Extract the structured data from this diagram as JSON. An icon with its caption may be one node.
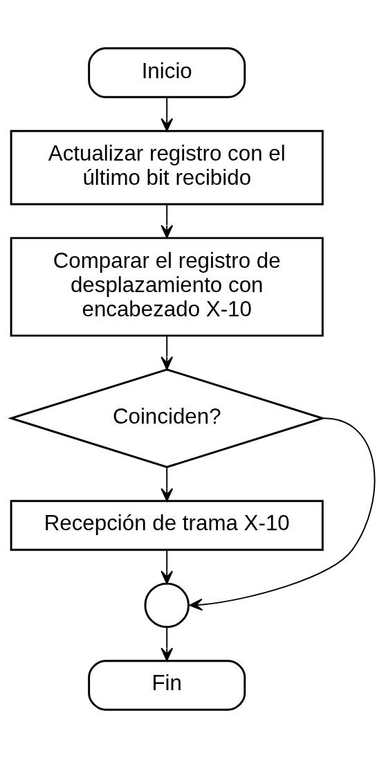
{
  "diagram": {
    "nodes": [
      {
        "text": [
          "Inicio"
        ]
      },
      {
        "text": [
          "Actualizar registro con el último bit recibido"
        ]
      },
      {
        "text": [
          "Comparar el registro de desplazamiento con encabezado X-10"
        ]
      },
      {
        "text": [
          "Coinciden?"
        ]
      },
      {
        "text": [
          "Recepción de trama X-10"
        ]
      },
      {
        "text": [],
        "shape": "circle"
      },
      {
        "text": [
          "Fin"
        ]
      }
    ],
    "edges": [
      {
        "from": 0,
        "to": 1,
        "arrow": "to"
      },
      {
        "from": 1,
        "to": 2,
        "arrow": "to"
      },
      {
        "from": 2,
        "to": 3,
        "arrow": "to"
      },
      {
        "from": 3,
        "to": 4,
        "arrow": "to"
      },
      {
        "from": 4,
        "to": 5,
        "arrow": "to"
      },
      {
        "from": 3,
        "to": 5,
        "arrow": "to"
      },
      {
        "from": 5,
        "to": 6,
        "arrow": "to"
      }
    ]
  }
}
